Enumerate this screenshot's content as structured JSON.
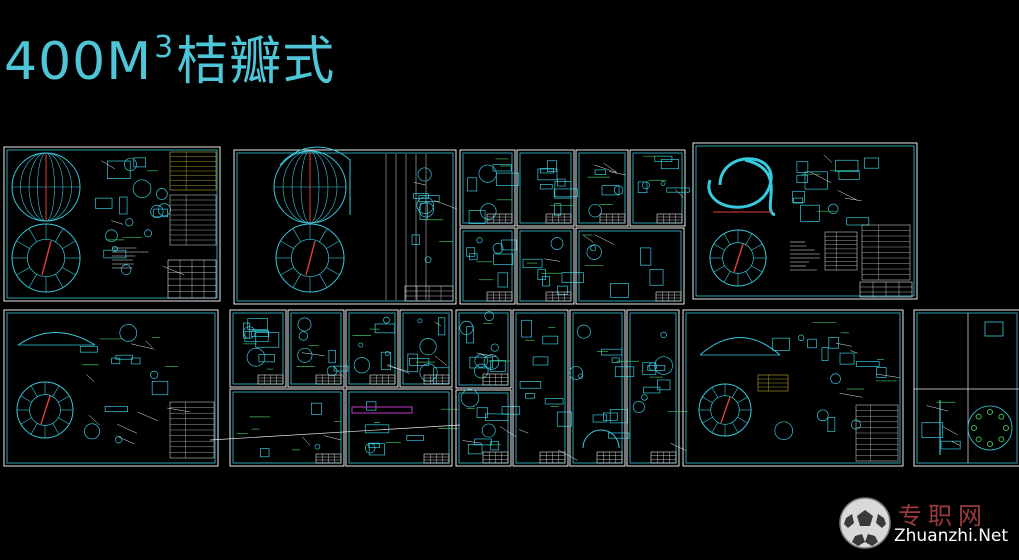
{
  "title": {
    "prefix": "400M",
    "superscript": "3",
    "suffix": "桔瓣式"
  },
  "watermark": {
    "cn": "专职网",
    "en": "Zhuanzhi.Net",
    "logo_icon": "football-logo-icon"
  },
  "colors": {
    "background": "#000000",
    "frame": "#e8e8e8",
    "drawing_cyan": "#37c9dc",
    "dim_green": "#3fbf5a",
    "accent_yellow": "#e6d23a",
    "accent_red": "#e0403a",
    "accent_magenta": "#c23ac8",
    "watermark_red": "#9a3b3b"
  }
}
